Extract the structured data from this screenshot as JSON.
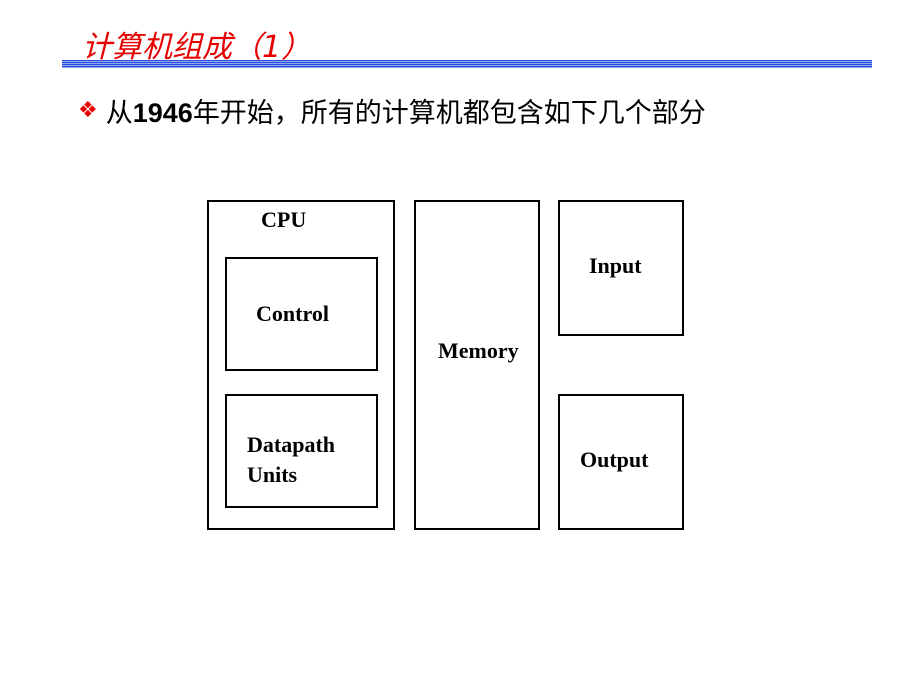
{
  "slide": {
    "title": "计算机组成（1）",
    "bullet": {
      "icon": "diamond-bullet-icon",
      "text_prefix": "从",
      "text_year": "1946",
      "text_suffix": "年开始，所有的计算机都包含如下几个部分"
    }
  },
  "diagram": {
    "cpu_label": "CPU",
    "control_label": "Control",
    "datapath_line1": "Datapath",
    "datapath_line2": "Units",
    "memory_label": "Memory",
    "input_label": "Input",
    "output_label": "Output"
  },
  "colors": {
    "title": "#e60000",
    "rule": "#2b4fd8",
    "bullet": "#e60000"
  }
}
